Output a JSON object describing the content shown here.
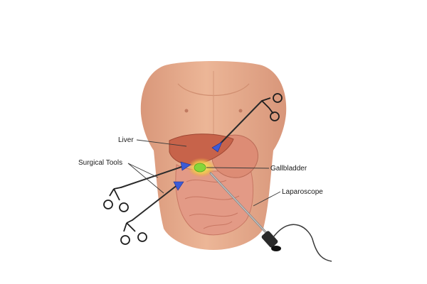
{
  "diagram": {
    "labels": {
      "liver": "Liver",
      "surgical_tools": "Surgical Tools",
      "gallbladder": "Gallbladder",
      "laparoscope": "Laparoscope"
    },
    "colors": {
      "skin": "#e8ad8a",
      "skin_shadow": "#d39271",
      "liver": "#c7634a",
      "stomach": "#dd8c75",
      "intestine": "#e39a86",
      "gallbladder": "#86d63a",
      "bile_glow": "#f3e04b",
      "instrument_tip": "#3c5bd6",
      "metal": "#1e1e1e"
    }
  }
}
